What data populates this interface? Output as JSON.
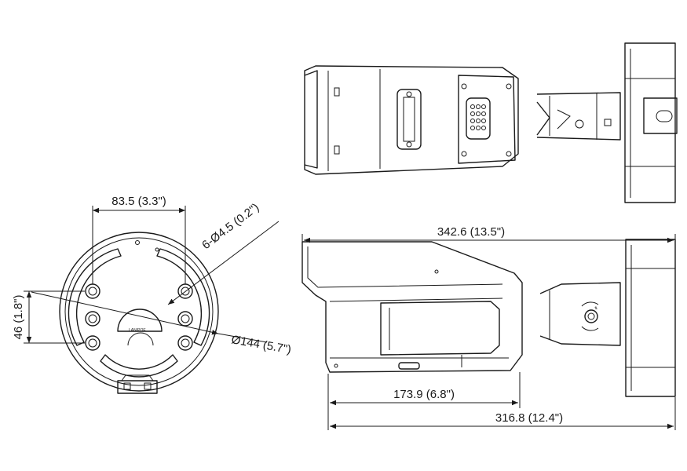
{
  "dimensions": {
    "mount_hole_spacing": "83.5 (3.3\")",
    "mount_hole_diameter": "6-Ø4.5 (0.2\")",
    "vertical_spacing": "46 (1.8\")",
    "base_diameter": "Ø144 (5.7\")",
    "overall_length": "342.6 (13.5\")",
    "body_length": "173.9 (6.8\")",
    "total_depth": "316.8 (12.4\")"
  },
  "markings": {
    "base_plate_label": "LAN/POE"
  }
}
